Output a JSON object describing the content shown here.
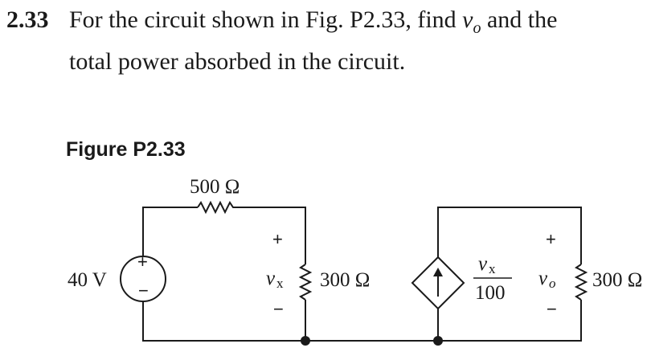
{
  "problem": {
    "number": "2.33",
    "line1_text_a": "For the circuit shown in Fig. P2.33, find ",
    "var_vo": "v",
    "var_vo_sub": "o",
    "line1_text_b": " and the",
    "line2_text": "total power absorbed in the circuit."
  },
  "figure": {
    "title": "Figure P2.33",
    "source_label": "40 V",
    "source_plus": "+",
    "source_minus": "−",
    "r1_label": "500 Ω",
    "r2_label": "300 Ω",
    "r3_label": "300 Ω",
    "vx_plus": "+",
    "vx_minus": "−",
    "vx_var": "v",
    "vx_sub": "x",
    "dep_numerator_var": "v",
    "dep_numerator_sub": "x",
    "dep_denominator": "100",
    "vo_plus": "+",
    "vo_minus": "−",
    "vo_var": "v",
    "vo_sub": "o"
  }
}
